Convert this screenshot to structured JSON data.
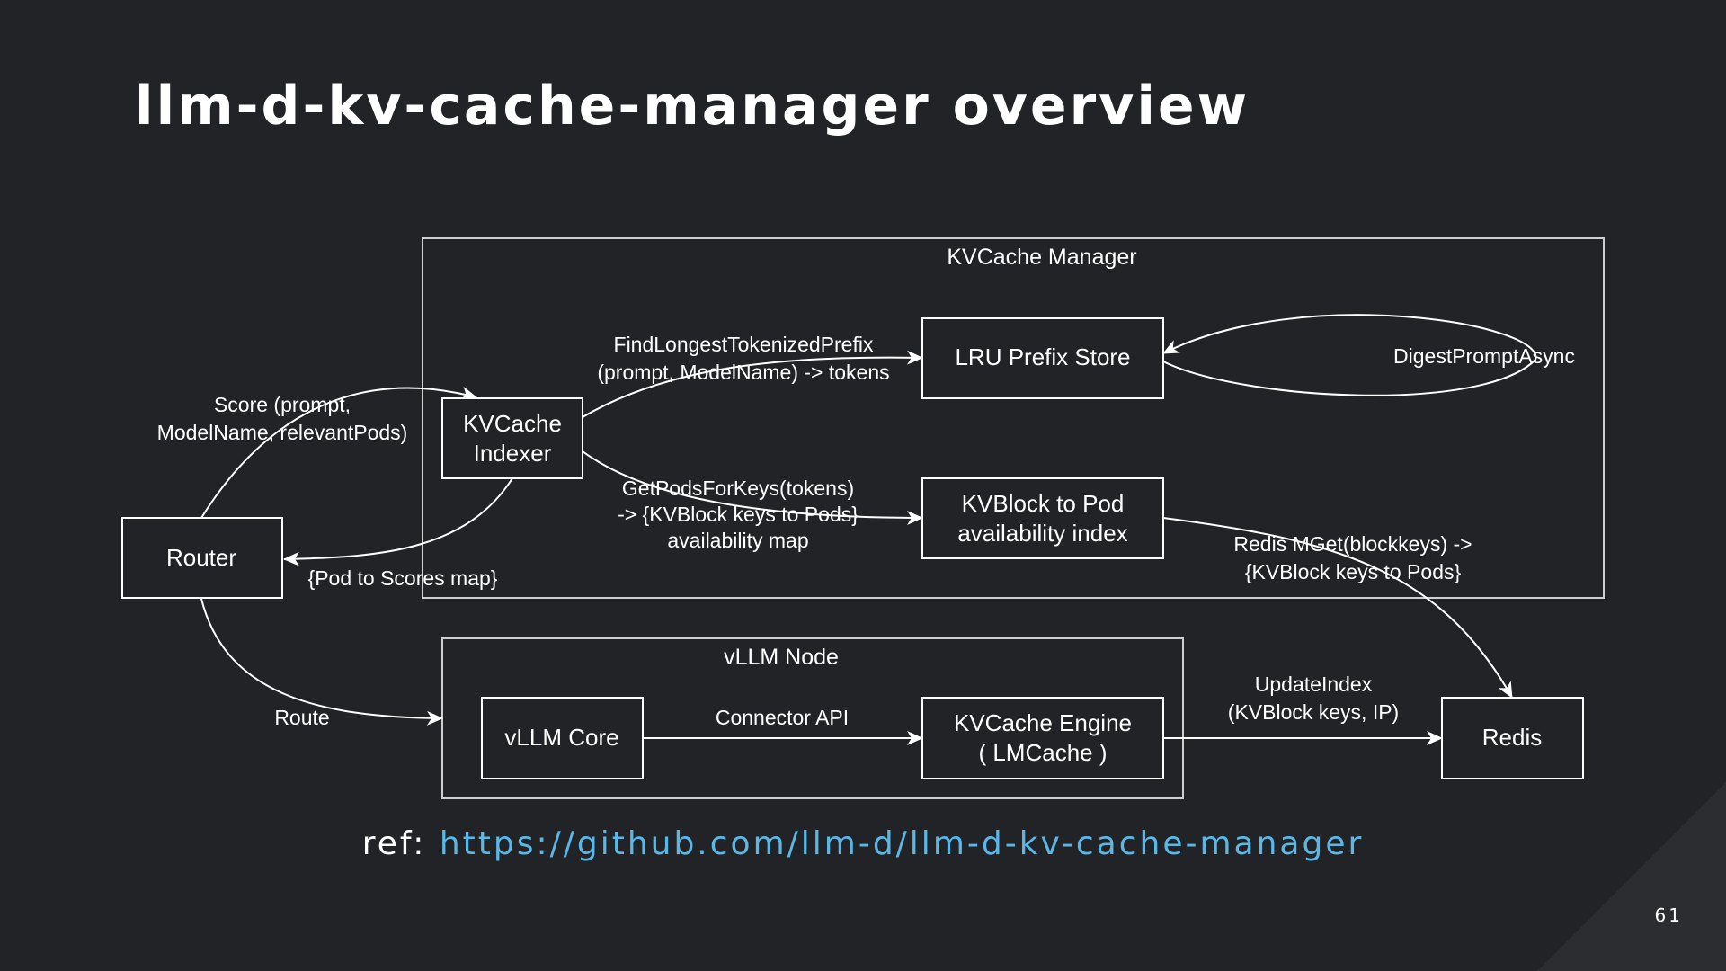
{
  "slide": {
    "title": "llm-d-kv-cache-manager overview",
    "page_number": "61",
    "ref_prefix": "ref: ",
    "ref_link": "https://github.com/llm-d/llm-d-kv-cache-manager"
  },
  "colors": {
    "background": "#222327",
    "corner_accent": "#2c2d31",
    "stroke": "#ffffff",
    "link": "#5ab8e6"
  },
  "diagram": {
    "groups": {
      "kvcache_manager": "KVCache Manager",
      "vllm_node": "vLLM Node"
    },
    "nodes": {
      "router": "Router",
      "indexer_line1": "KVCache",
      "indexer_line2": "Indexer",
      "lru_prefix_store": "LRU Prefix Store",
      "kvblock_line1": "KVBlock to Pod",
      "kvblock_line2": "availability index",
      "vllm_core": "vLLM Core",
      "engine_line1": "KVCache Engine",
      "engine_line2": "( LMCache )",
      "redis": "Redis"
    },
    "edges": {
      "score_line1": "Score (prompt,",
      "score_line2": "ModelName, relevantPods)",
      "pod_scores": "{Pod to Scores map}",
      "find_line1": "FindLongestTokenizedPrefix",
      "find_line2": "(prompt, ModelName) -> tokens",
      "get_line1": "GetPodsForKeys(tokens)",
      "get_line2": "-> {KVBlock keys to Pods}",
      "get_line3": "availability map",
      "digest": "DigestPromptAsync",
      "mget_line1": "Redis MGet(blockkeys) ->",
      "mget_line2": "{KVBlock keys to Pods}",
      "route": "Route",
      "connector": "Connector API",
      "update_line1": "UpdateIndex",
      "update_line2": "(KVBlock keys, IP)"
    }
  }
}
